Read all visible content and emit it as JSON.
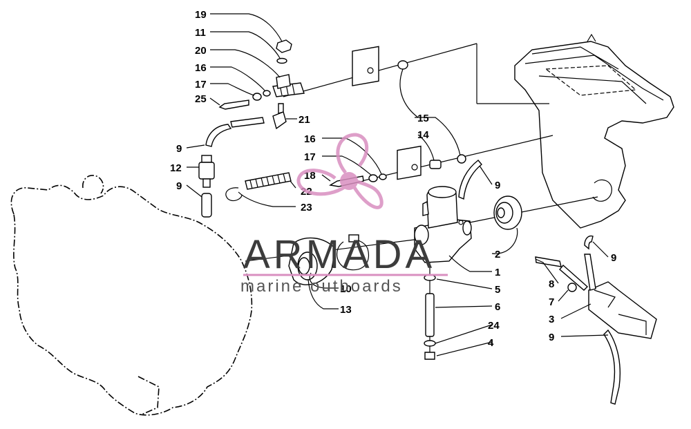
{
  "diagram": {
    "callouts": [
      {
        "id": "c19",
        "text": "19"
      },
      {
        "id": "c11",
        "text": "11"
      },
      {
        "id": "c20",
        "text": "20"
      },
      {
        "id": "c16a",
        "text": "16"
      },
      {
        "id": "c17a",
        "text": "17"
      },
      {
        "id": "c25",
        "text": "25"
      },
      {
        "id": "c21",
        "text": "21"
      },
      {
        "id": "c9a",
        "text": "9"
      },
      {
        "id": "c12",
        "text": "12"
      },
      {
        "id": "c9b",
        "text": "9"
      },
      {
        "id": "c16b",
        "text": "16"
      },
      {
        "id": "c17b",
        "text": "17"
      },
      {
        "id": "c18",
        "text": "18"
      },
      {
        "id": "c22",
        "text": "22"
      },
      {
        "id": "c23",
        "text": "23"
      },
      {
        "id": "c15",
        "text": "15"
      },
      {
        "id": "c14",
        "text": "14"
      },
      {
        "id": "c9c",
        "text": "9"
      },
      {
        "id": "c2",
        "text": "2"
      },
      {
        "id": "c1",
        "text": "1"
      },
      {
        "id": "c5",
        "text": "5"
      },
      {
        "id": "c6",
        "text": "6"
      },
      {
        "id": "c24",
        "text": "24"
      },
      {
        "id": "c4",
        "text": "4"
      },
      {
        "id": "c10",
        "text": "10"
      },
      {
        "id": "c13",
        "text": "13"
      },
      {
        "id": "c9d",
        "text": "9"
      },
      {
        "id": "c8",
        "text": "8"
      },
      {
        "id": "c7",
        "text": "7"
      },
      {
        "id": "c3",
        "text": "3"
      },
      {
        "id": "c9e",
        "text": "9"
      }
    ]
  },
  "watermark": {
    "title": "ARMADA",
    "subtitle": "marine outboards",
    "logo_color": "#d98fc0",
    "text_color": "#3c3c3c"
  }
}
